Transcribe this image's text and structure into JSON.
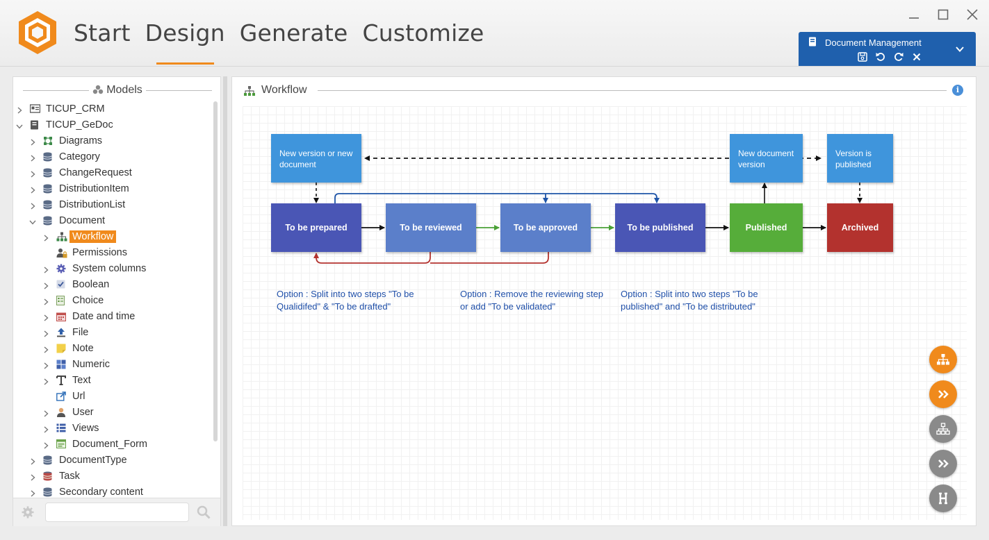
{
  "nav": {
    "items": [
      {
        "label": "Start"
      },
      {
        "label": "Design"
      },
      {
        "label": "Generate"
      },
      {
        "label": "Customize"
      }
    ]
  },
  "project": {
    "title": "Document Management"
  },
  "models_panel": {
    "title": "Models",
    "tree": [
      {
        "label": "TICUP_CRM",
        "level": 0,
        "expanded": false,
        "icon": "model-card-icon"
      },
      {
        "label": "TICUP_GeDoc",
        "level": 0,
        "expanded": true,
        "icon": "model-book-icon"
      },
      {
        "label": "Diagrams",
        "level": 1,
        "expanded": false,
        "icon": "diagram-icon"
      },
      {
        "label": "Category",
        "level": 1,
        "expanded": false,
        "icon": "database-icon"
      },
      {
        "label": "ChangeRequest",
        "level": 1,
        "expanded": false,
        "icon": "database-icon"
      },
      {
        "label": "DistributionItem",
        "level": 1,
        "expanded": false,
        "icon": "database-icon"
      },
      {
        "label": "DistributionList",
        "level": 1,
        "expanded": false,
        "icon": "database-icon"
      },
      {
        "label": "Document",
        "level": 1,
        "expanded": true,
        "icon": "database-icon"
      },
      {
        "label": "Workflow",
        "level": 2,
        "expanded": false,
        "icon": "workflow-icon",
        "selected": true
      },
      {
        "label": "Permissions",
        "level": 2,
        "expanded": null,
        "icon": "user-lock-icon"
      },
      {
        "label": "System columns",
        "level": 2,
        "expanded": false,
        "icon": "gear-icon"
      },
      {
        "label": "Boolean",
        "level": 2,
        "expanded": false,
        "icon": "checkbox-icon"
      },
      {
        "label": "Choice",
        "level": 2,
        "expanded": false,
        "icon": "list-icon"
      },
      {
        "label": "Date and time",
        "level": 2,
        "expanded": false,
        "icon": "calendar-icon"
      },
      {
        "label": "File",
        "level": 2,
        "expanded": false,
        "icon": "upload-icon"
      },
      {
        "label": "Note",
        "level": 2,
        "expanded": false,
        "icon": "note-icon"
      },
      {
        "label": "Numeric",
        "level": 2,
        "expanded": false,
        "icon": "numeric-grid-icon"
      },
      {
        "label": "Text",
        "level": 2,
        "expanded": false,
        "icon": "text-icon"
      },
      {
        "label": "Url",
        "level": 2,
        "expanded": null,
        "icon": "external-link-icon"
      },
      {
        "label": "User",
        "level": 2,
        "expanded": false,
        "icon": "user-icon"
      },
      {
        "label": "Views",
        "level": 2,
        "expanded": false,
        "icon": "views-icon"
      },
      {
        "label": "Document_Form",
        "level": 2,
        "expanded": false,
        "icon": "form-icon"
      },
      {
        "label": "DocumentType",
        "level": 1,
        "expanded": false,
        "icon": "database-icon"
      },
      {
        "label": "Task",
        "level": 1,
        "expanded": false,
        "icon": "database-red-icon"
      },
      {
        "label": "Secondary content",
        "level": 1,
        "expanded": false,
        "icon": "database-icon"
      }
    ],
    "search_value": ""
  },
  "workflow_panel": {
    "title": "Workflow",
    "info_glyph": "i",
    "nodes": {
      "new_version": "New version or new document",
      "new_doc_version": "New document version",
      "version_published": "Version is published",
      "to_be_prepared": "To be prepared",
      "to_be_reviewed": "To be reviewed",
      "to_be_approved": "To be approved",
      "to_be_published": "To be published",
      "published": "Published",
      "archived": "Archived"
    },
    "notes": {
      "note1": "Option : Split into two steps \"To be Qualidifed\" & \"To be drafted\"",
      "note2": "Option : Remove the reviewing step or add \"To be validated\"",
      "note3": "Option : Split into two steps \"To be published\" and \"To be distributed\""
    },
    "colors": {
      "light_blue": "#3f95dc",
      "indigo": "#4a56b5",
      "mid_blue": "#5b7fca",
      "green": "#56ad3a",
      "red": "#b3322e",
      "arrow_blue": "#1f55a8",
      "arrow_green": "#4aa036",
      "arrow_red": "#b3322e",
      "accent_orange": "#f08a1c"
    }
  }
}
